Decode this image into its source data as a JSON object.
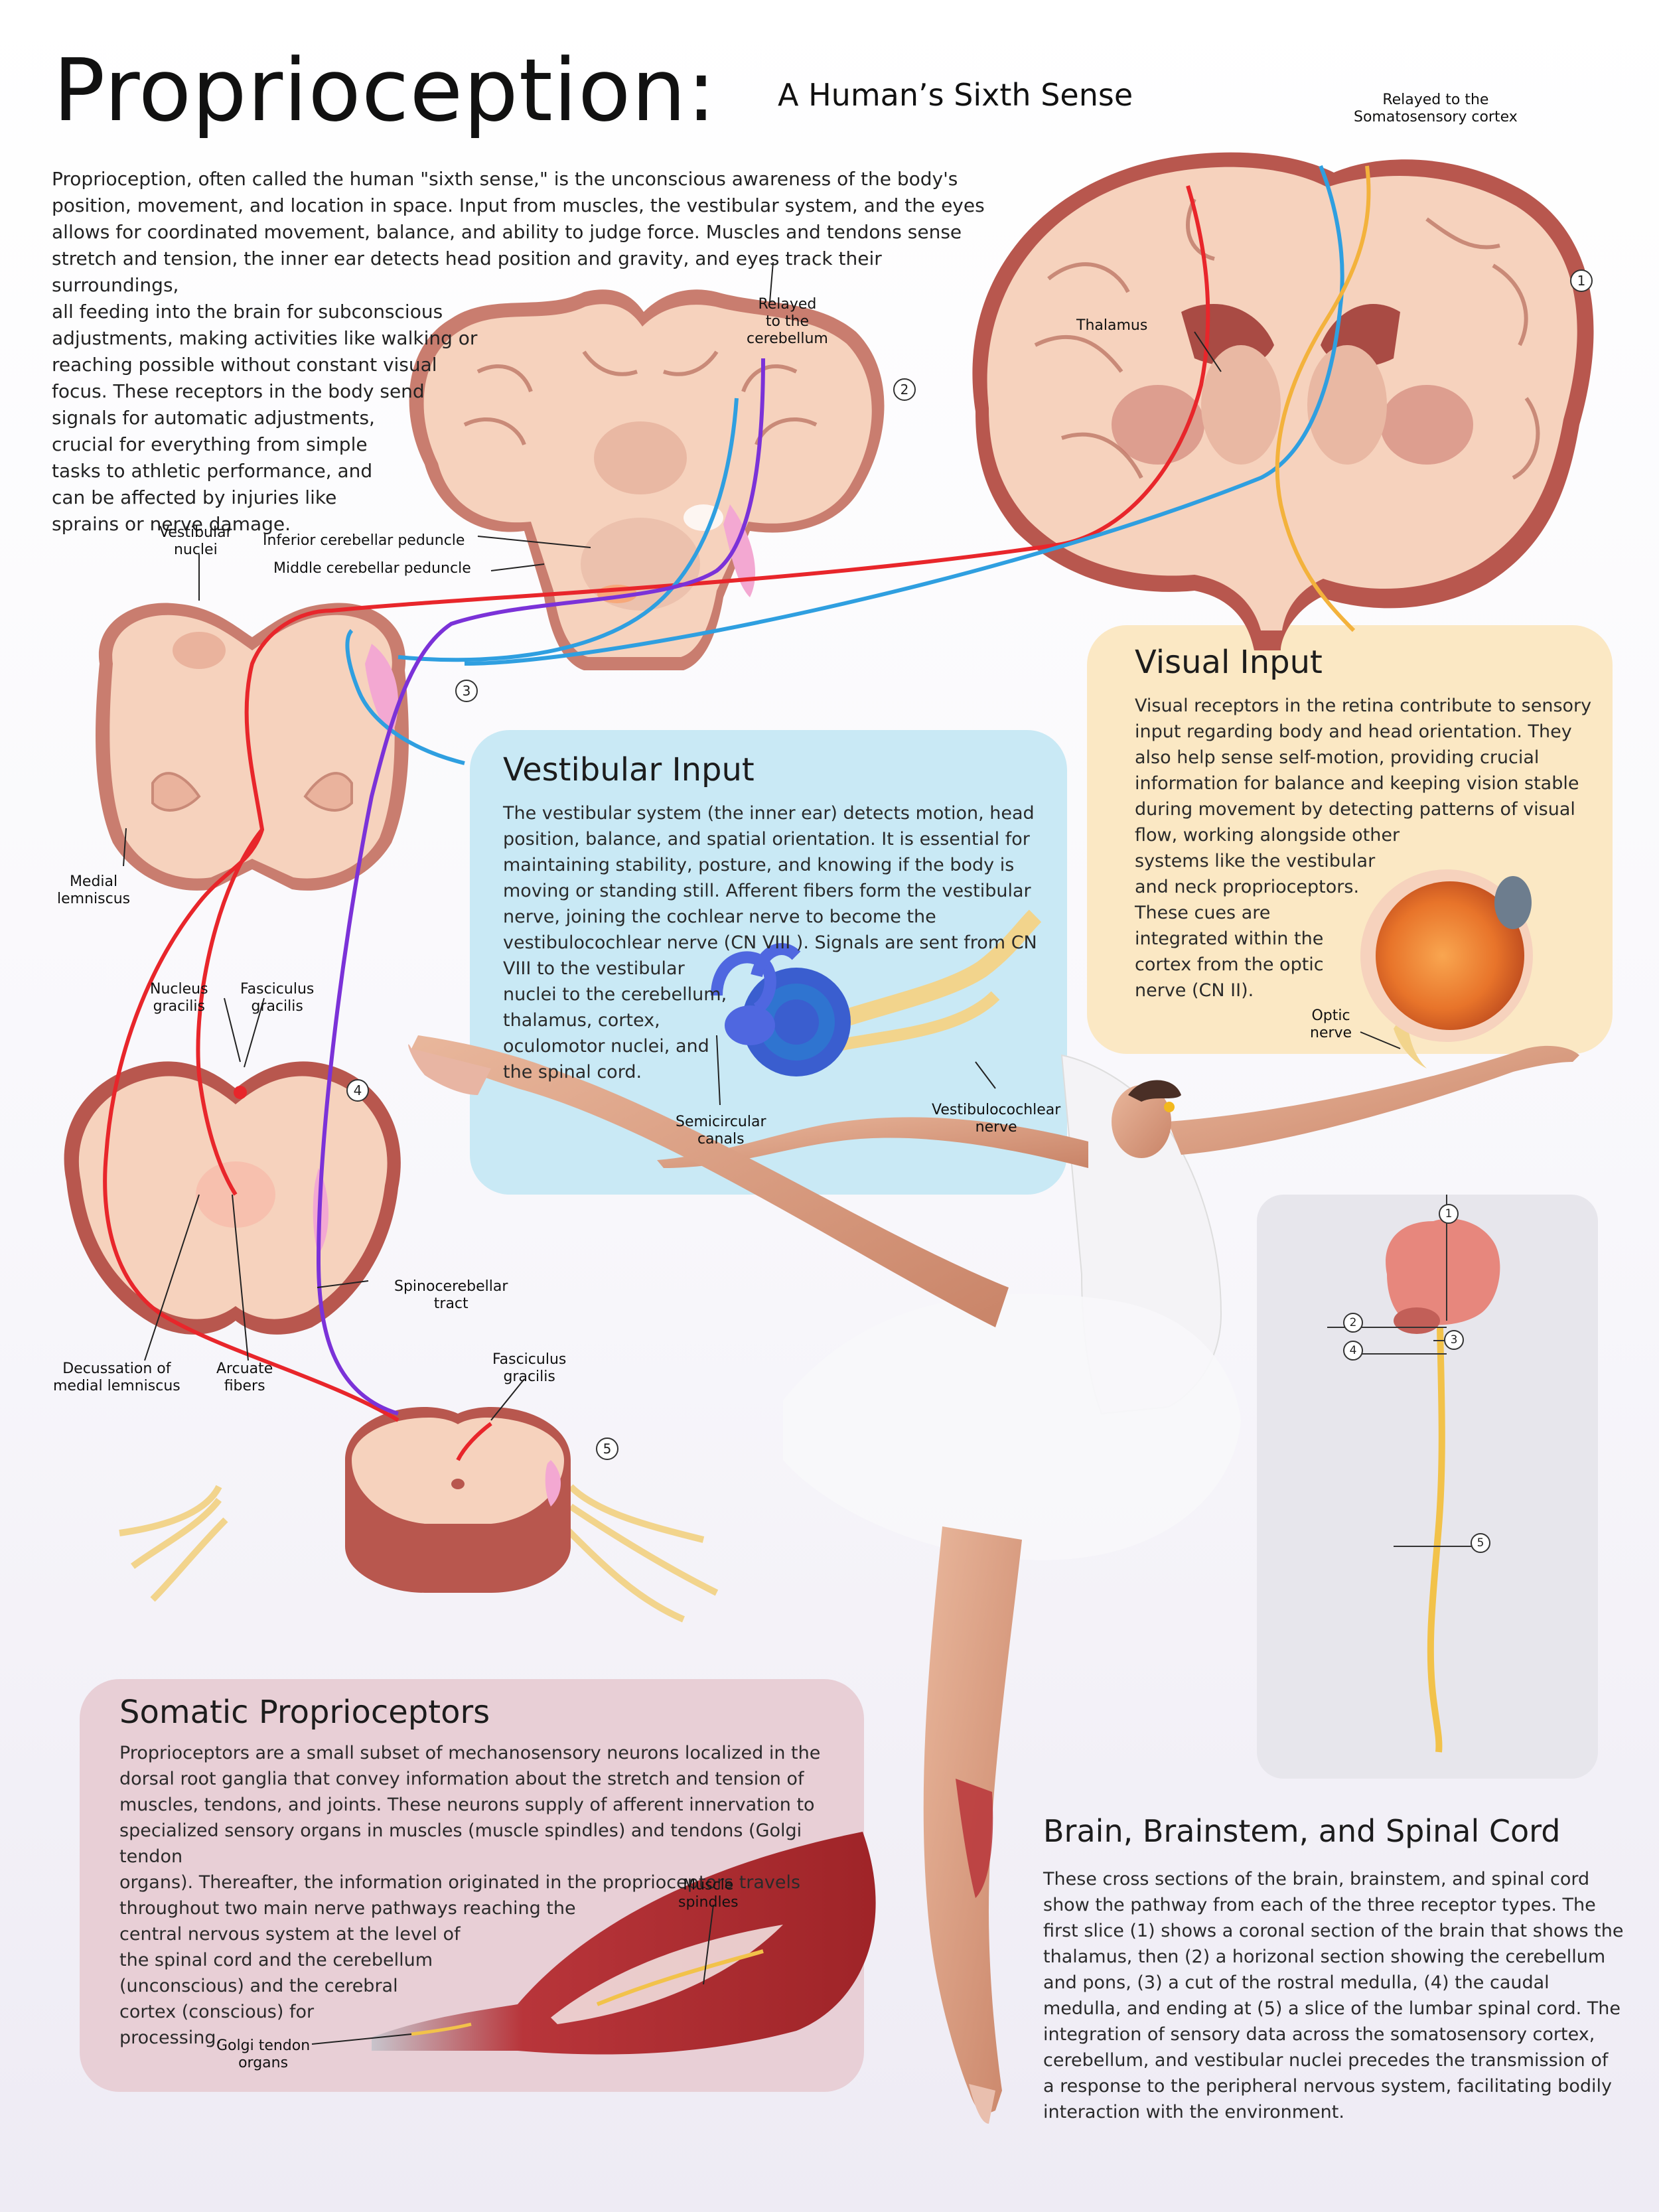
{
  "title": "Proprioception:",
  "subtitle": "A Human’s Sixth Sense",
  "intro": {
    "lines": [
      "Proprioception, often called the human \"sixth sense,\" is the unconscious awareness of the body's",
      "position, movement, and location in space. Input from muscles, the vestibular system, and the eyes",
      "allows for coordinated movement, balance, and ability to judge force. Muscles and tendons sense",
      "stretch and tension, the inner ear detects head position and gravity, and eyes track their surroundings,",
      "all feeding into the brain for subconscious",
      "adjustments, making activities like walking or",
      "reaching possible without constant visual",
      "focus. These receptors in the body send",
      "signals for automatic adjustments,",
      "crucial for everything from simple",
      "tasks to athletic performance, and",
      "can be affected by injuries like",
      "sprains or nerve damage."
    ]
  },
  "vestibular": {
    "heading": "Vestibular Input",
    "lines": [
      "The vestibular system (the inner ear) detects motion, head",
      "position, balance, and spatial orientation. It is essential for",
      "maintaining stability, posture, and knowing if the body is",
      "moving or standing still. Afferent fibers form the vestibular",
      "nerve, joining the cochlear nerve to become the",
      "vestibulocochlear nerve (CN VIII ). Signals are sent from CN",
      "VIII to the vestibular",
      "nuclei to the cerebellum,",
      "thalamus, cortex,",
      "oculomotor nuclei, and",
      "the spinal cord."
    ]
  },
  "visual": {
    "heading": "Visual Input",
    "lines": [
      "Visual receptors in the retina contribute to sensory",
      "input regarding body and head orientation. They",
      "also help sense self-motion, providing crucial",
      "information for balance and keeping vision stable",
      "during movement by detecting patterns of visual",
      "flow, working alongside other",
      "systems like the vestibular",
      "and neck proprioceptors.",
      "These cues are",
      "integrated within the",
      "cortex from the optic",
      "nerve (CN II)."
    ]
  },
  "somatic": {
    "heading": "Somatic Proprioceptors",
    "lines": [
      "Proprioceptors are a small subset of mechanosensory neurons localized in the",
      "dorsal root ganglia that convey information about the stretch and tension of",
      "muscles, tendons, and joints. These neurons supply of afferent innervation to",
      "specialized sensory organs in muscles (muscle spindles) and tendons (Golgi tendon",
      "organs). Thereafter, the information originated in the proprioceptors travels",
      "throughout two main nerve pathways reaching the",
      "central nervous system at the level of",
      "the spinal cord and the cerebellum",
      "(unconscious) and the cerebral",
      "cortex (conscious) for",
      "processing."
    ]
  },
  "brain_section": {
    "heading": "Brain, Brainstem, and Spinal Cord",
    "lines": [
      "These cross sections of the brain, brainstem, and spinal cord",
      "show the pathway from each of the three receptor types. The",
      "first slice (1) shows a coronal section of the brain that shows the",
      "thalamus, then (2) a horizonal section showing the cerebellum",
      "and pons, (3) a cut of the rostral medulla, (4) the caudal",
      "medulla, and ending at (5) a slice of the lumbar spinal cord. The",
      "integration of sensory data across the somatosensory cortex,",
      "cerebellum, and vestibular nuclei precedes the transmission of",
      "a response to the peripheral nervous system, facilitating bodily",
      "interaction with the environment."
    ]
  },
  "labels": {
    "relayed_cortex": [
      "Relayed to the",
      "Somatosensory cortex"
    ],
    "relayed_cerebellum": [
      "Relayed",
      "to the",
      "cerebellum"
    ],
    "thalamus": "Thalamus",
    "vestibular_nuclei": [
      "Vestibular",
      "nuclei"
    ],
    "inferior_peduncle": "Inferior cerebellar peduncle",
    "middle_peduncle": "Middle cerebellar peduncle",
    "medial_lemniscus": [
      "Medial",
      "lemniscus"
    ],
    "nucleus_gracilis": [
      "Nucleus",
      "gracilis"
    ],
    "fasciculus_gracilis_medulla": [
      "Fasciculus",
      "gracilis"
    ],
    "spinocerebellar_tract": [
      "Spinocerebellar",
      "tract"
    ],
    "decussation": [
      "Decussation of",
      "medial lemniscus"
    ],
    "arcuate_fibers": [
      "Arcuate",
      "fibers"
    ],
    "fasciculus_gracilis_cord": [
      "Fasciculus",
      "gracilis"
    ],
    "semicircular_canals": [
      "Semicircular",
      "canals"
    ],
    "vestibulocochlear_nerve": [
      "Vestibulocochlear",
      "nerve"
    ],
    "optic_nerve": [
      "Optic",
      "nerve"
    ],
    "muscle_spindles": [
      "Muscle",
      "spindles"
    ],
    "golgi_tendon": [
      "Golgi tendon",
      "organs"
    ]
  },
  "numbers": {
    "n1": "1",
    "n2": "2",
    "n3": "3",
    "n4": "4",
    "n5": "5",
    "k1": "1",
    "k2": "2",
    "k3": "3",
    "k4": "4",
    "k5": "5"
  },
  "colors": {
    "tissue": "#f6d2bd",
    "tissue_dark": "#b8574e",
    "dorsal_path": "#e8262b",
    "vestibular_path": "#2f9fe0",
    "spinocerebellar_path": "#7b32d8",
    "visual_path": "#f3b23c",
    "vestibular_box": "#c9e9f5",
    "visual_box": "#fbe8c4",
    "somatic_box": "#e8cfd6",
    "key_panel": "#e7e6ec"
  }
}
